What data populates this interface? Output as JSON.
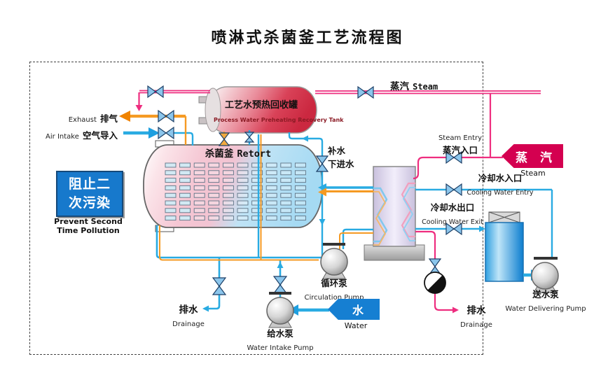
{
  "title": "喷淋式杀菌釜工艺流程图",
  "colors": {
    "steam_pink": "#ee2d7f",
    "water_blue": "#29abe2",
    "air_orange": "#f59a23",
    "steam_tag_bg": "#d40050",
    "water_tag_bg": "#167fd2",
    "info_box_bg": "#1779cc"
  },
  "vessels": {
    "recovery_tank": {
      "zh": "工艺水预热回收罐",
      "en": "Process Water Preheating Recovery Tank"
    },
    "retort": {
      "zh": "杀菌釜",
      "en": "Retort"
    }
  },
  "labels": {
    "exhaust": {
      "en": "Exhaust",
      "zh": "排气"
    },
    "air_intake": {
      "en": "Air Intake",
      "zh": "空气导入"
    },
    "steam_main": {
      "zh": "蒸汽",
      "en": "Steam"
    },
    "steam_entry": {
      "en": "Steam Entry",
      "zh": "蒸汽入口"
    },
    "steam_supply_tag": {
      "zh": "蒸 汽",
      "en": "Steam"
    },
    "cooling_water_entry": {
      "zh": "冷却水入口",
      "en": "Cooling Water Entry"
    },
    "cooling_water_exit": {
      "zh": "冷却水出口",
      "en": "Cooling Water Exit"
    },
    "makeup_water": {
      "zh": "补水"
    },
    "bottom_water_inlet": {
      "zh": "下进水"
    },
    "water_supply_tag": {
      "zh": "水",
      "en": "Water"
    },
    "drainage_left": {
      "zh": "排水",
      "en": "Drainage"
    },
    "drainage_right": {
      "zh": "排水",
      "en": "Drainage"
    },
    "prevent_pollution": {
      "zh_line1": "阻止二",
      "zh_line2": "次污染",
      "en_line1": "Prevent Second",
      "en_line2": "Time Pollution"
    }
  },
  "pumps": {
    "circulation": {
      "zh": "循环泵",
      "en": "Circulation Pump"
    },
    "water_intake": {
      "zh": "给水泵",
      "en": "Water Intake Pump"
    },
    "water_delivering": {
      "zh": "送水泵",
      "en": "Water Delivering Pump"
    }
  }
}
